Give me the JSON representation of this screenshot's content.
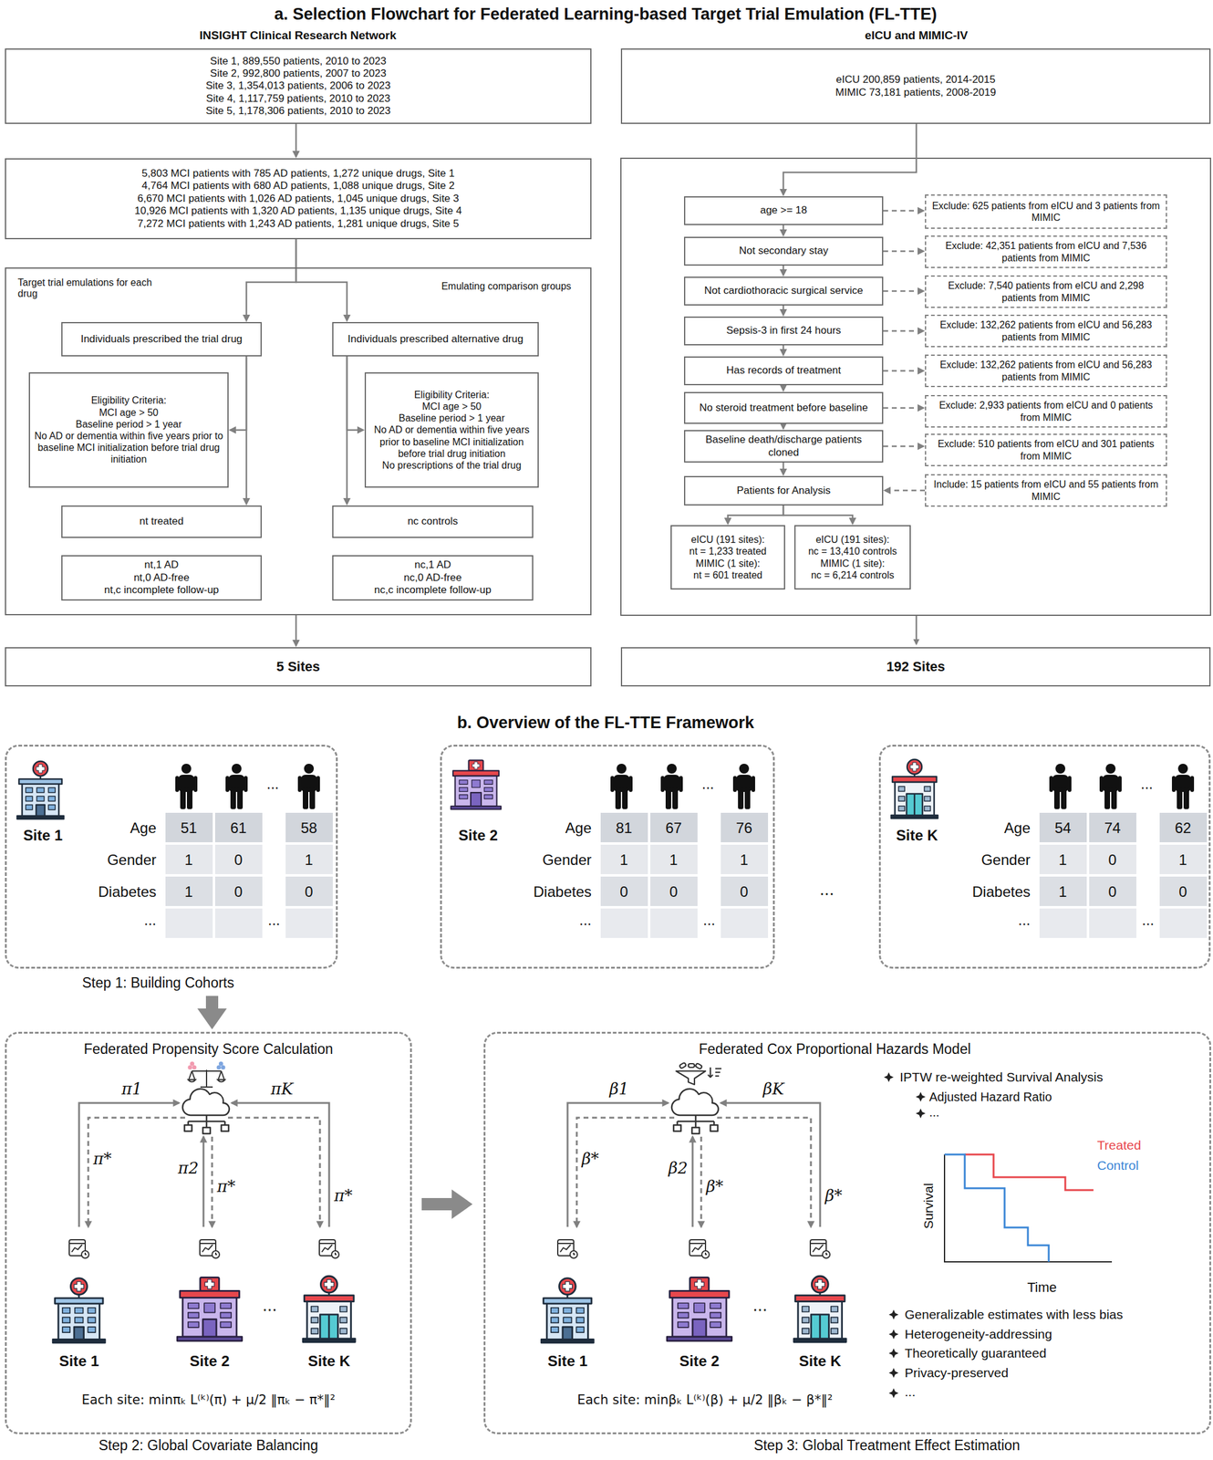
{
  "diagram": {
    "title": "a. Selection Flowchart for Federated Learning-based Target Trial Emulation (FL-TTE)",
    "nodes": [
      {
        "text": [
          "Site 1, 889,550 patients, 2010 to 2023",
          "Site 2, 992,800 patients, 2007 to 2023",
          "Site 3, 1,354,013 patients, 2006 to 2023",
          "Site 4, 1,117,759 patients, 2010 to 2023",
          "Site 5, 1,178,306 patients, 2010 to 2023"
        ]
      },
      {
        "text": [
          "5,803 MCI patients with 785 AD patients, 1,272 unique drugs, Site 1",
          "4,764 MCI patients with 680 AD patients, 1,088 unique drugs, Site 2",
          "6,670 MCI patients with 1,026 AD patients, 1,045 unique drugs, Site 3",
          "10,926 MCI patients with 1,320 AD patients, 1,135 unique drugs, Site 4",
          "7,272 MCI patients with 1,243 AD patients, 1,281 unique drugs, Site 5"
        ]
      },
      {
        "text": [
          "Target trial emulations for each drug",
          "Emulating comparison groups"
        ]
      },
      {
        "text": [
          "Individuals prescribed the trial drug"
        ],
        "in": 2
      },
      {
        "text": [
          "Individuals prescribed alternative drug"
        ],
        "in": 2
      },
      {
        "text": [
          "Eligibility Criteria:",
          "MCI age > 50",
          "Baseline period > 1 year",
          "No AD or dementia within five years prior to baseline MCI initialization before trial drug initiation"
        ],
        "in": 2
      },
      {
        "text": [
          "Eligibility Criteria:",
          "MCI age > 50",
          "Baseline period > 1 year",
          "No AD or dementia within five years prior to baseline MCI initialization before trial drug initiation",
          "No prescriptions of the trial drug"
        ],
        "in": 2
      },
      {
        "text": [
          "nt treated"
        ],
        "in": 2
      },
      {
        "text": [
          "nt,1 AD",
          "nt,0 AD-free",
          "nt,c incomplete follow-up"
        ],
        "in": 2
      },
      {
        "text": [
          "nc controls"
        ],
        "in": 2
      },
      {
        "text": [
          "nc,1 AD",
          "nc,0 AD-free",
          "nc,c incomplete follow-up"
        ],
        "in": 2
      },
      {
        "text": [
          "5 Sites"
        ]
      },
      {
        "text": [
          "eICU 200,859 patients, 2014-2015",
          "MIMIC 73,181 patients, 2008-2019"
        ]
      },
      {
        "text": [
          "age >= 18"
        ]
      },
      {
        "text": [
          "Exclude: 625 patients from eICU and 3 patients from MIMIC"
        ]
      },
      {
        "text": [
          "Not secondary stay"
        ]
      },
      {
        "text": [
          "Exclude: 42,351 patients from eICU and 7,536 patients from MIMIC"
        ]
      },
      {
        "text": [
          "Not cardiothoracic surgical service"
        ]
      },
      {
        "text": [
          "Exclude: 7,540 patients from eICU and 2,298 patients from MIMIC"
        ]
      },
      {
        "text": [
          "Sepsis-3 in first 24 hours"
        ]
      },
      {
        "text": [
          "Exclude: 132,262 patients from eICU and 56,283 patients from MIMIC"
        ]
      },
      {
        "text": [
          "Has records of treatment"
        ]
      },
      {
        "text": [
          "Exclude: 132,262 patients from eICU and 56,283 patients from MIMIC"
        ]
      },
      {
        "text": [
          "No steroid treatment before baseline"
        ]
      },
      {
        "text": [
          "Exclude: 2,933 patients from eICU and 0 patients from MIMIC"
        ]
      },
      {
        "text": [
          "Baseline death/discharge patients cloned"
        ]
      },
      {
        "text": [
          "Exclude: 510 patients from eICU and 301 patients from MIMIC"
        ]
      },
      {
        "text": [
          "Patients for Analysis"
        ]
      },
      {
        "text": [
          "Include: 15 patients from eICU and 55 patients from MIMIC"
        ]
      },
      {
        "text": [
          "eICU (191 sites):",
          "nt = 1,233 treated",
          "MIMIC (1 site):",
          "nt = 601 treated"
        ]
      },
      {
        "text": [
          "eICU (191 sites):",
          "nc = 13,410 controls",
          "MIMIC (1 site):",
          "nc = 6,214 controls"
        ]
      },
      {
        "text": [
          "192 Sites"
        ]
      },
      {
        "text": [
          "Site 1",
          "Step 1: Building Cohorts"
        ]
      },
      {
        "text": [
          "Site 2"
        ]
      },
      {
        "text": [
          "Site K"
        ]
      },
      {
        "text": [
          "Federated Propensity Score Calculation",
          "Step 2: Global Covariate Balancing"
        ]
      },
      {
        "text": [
          "Site 1"
        ],
        "in": 35
      },
      {
        "text": [
          "Site 2"
        ],
        "in": 35
      },
      {
        "text": [
          "Site K"
        ],
        "in": 35
      },
      {
        "text": [
          "Federated Cox Proportional Hazards Model",
          "Step 3: Global Treatment Effect Estimation"
        ]
      },
      {
        "text": [
          "Site 1"
        ],
        "in": 39
      },
      {
        "text": [
          "Site 2"
        ],
        "in": 39
      },
      {
        "text": [
          "Site K"
        ],
        "in": 39
      }
    ],
    "edges": [
      {
        "from": 0,
        "to": 1,
        "arrow": "to"
      },
      {
        "from": 1,
        "to": 3,
        "arrow": "to"
      },
      {
        "from": 1,
        "to": 4,
        "arrow": "to"
      },
      {
        "from": 3,
        "to": 5,
        "arrow": "to"
      },
      {
        "from": 3,
        "to": 7,
        "arrow": "to"
      },
      {
        "from": 4,
        "to": 6,
        "arrow": "to"
      },
      {
        "from": 4,
        "to": 9,
        "arrow": "to"
      },
      {
        "from": 2,
        "to": 11,
        "arrow": "to"
      },
      {
        "from": 12,
        "to": 13,
        "arrow": "to"
      },
      {
        "from": 13,
        "to": 15,
        "arrow": "to"
      },
      {
        "from": 15,
        "to": 17,
        "arrow": "to"
      },
      {
        "from": 17,
        "to": 19,
        "arrow": "to"
      },
      {
        "from": 19,
        "to": 21,
        "arrow": "to"
      },
      {
        "from": 21,
        "to": 23,
        "arrow": "to"
      },
      {
        "from": 23,
        "to": 25,
        "arrow": "to"
      },
      {
        "from": 25,
        "to": 27,
        "arrow": "to"
      },
      {
        "from": 13,
        "to": 14,
        "arrow": "to"
      },
      {
        "from": 15,
        "to": 16,
        "arrow": "to"
      },
      {
        "from": 17,
        "to": 18,
        "arrow": "to"
      },
      {
        "from": 19,
        "to": 20,
        "arrow": "to"
      },
      {
        "from": 21,
        "to": 22,
        "arrow": "to"
      },
      {
        "from": 23,
        "to": 24,
        "arrow": "to"
      },
      {
        "from": 25,
        "to": 26,
        "arrow": "to"
      },
      {
        "from": 28,
        "to": 27,
        "arrow": "to"
      },
      {
        "from": 27,
        "to": 29,
        "arrow": "to"
      },
      {
        "from": 27,
        "to": 30,
        "arrow": "to"
      },
      {
        "from": 32,
        "to": 35,
        "arrow": "to"
      },
      {
        "from": 35,
        "to": 39,
        "arrow": "to"
      }
    ],
    "labels": [
      "b. Overview of the FL-TTE Framework",
      "INSIGHT Clinical Research Network",
      "eICU and MIMIC-IV",
      "...",
      "Age",
      "51",
      "61",
      "58",
      "Gender",
      "1",
      "0",
      "1",
      "Diabetes",
      "1",
      "0",
      "0",
      "...",
      "...",
      "...",
      "Age",
      "81",
      "67",
      "76",
      "Gender",
      "1",
      "1",
      "1",
      "Diabetes",
      "0",
      "0",
      "0",
      "...",
      "...",
      "...",
      "...",
      "Age",
      "54",
      "74",
      "62",
      "Gender",
      "1",
      "0",
      "1",
      "Diabetes",
      "1",
      "0",
      "0",
      "...",
      "...",
      "π1",
      "π*",
      "π2",
      "π*",
      "πK",
      "π*",
      "...",
      "Each site:  minπₖ L⁽ᵏ⁾(π) + μ/2 ‖πₖ − π*‖²",
      "β1",
      "β*",
      "β2",
      "β*",
      "βK",
      "β*",
      "...",
      "Each site:  minβₖ L⁽ᵏ⁾(β) + μ/2 ‖βₖ − β*‖²",
      "IPTW re-weighted Survival Analysis",
      "Adjusted Hazard Ratio",
      "...",
      "Treated",
      "Control",
      "Survival",
      "Time",
      "Generalizable estimates with less bias",
      "Heterogeneity-addressing",
      "Theoretically guaranteed",
      "Privacy-preserved",
      "..."
    ]
  }
}
